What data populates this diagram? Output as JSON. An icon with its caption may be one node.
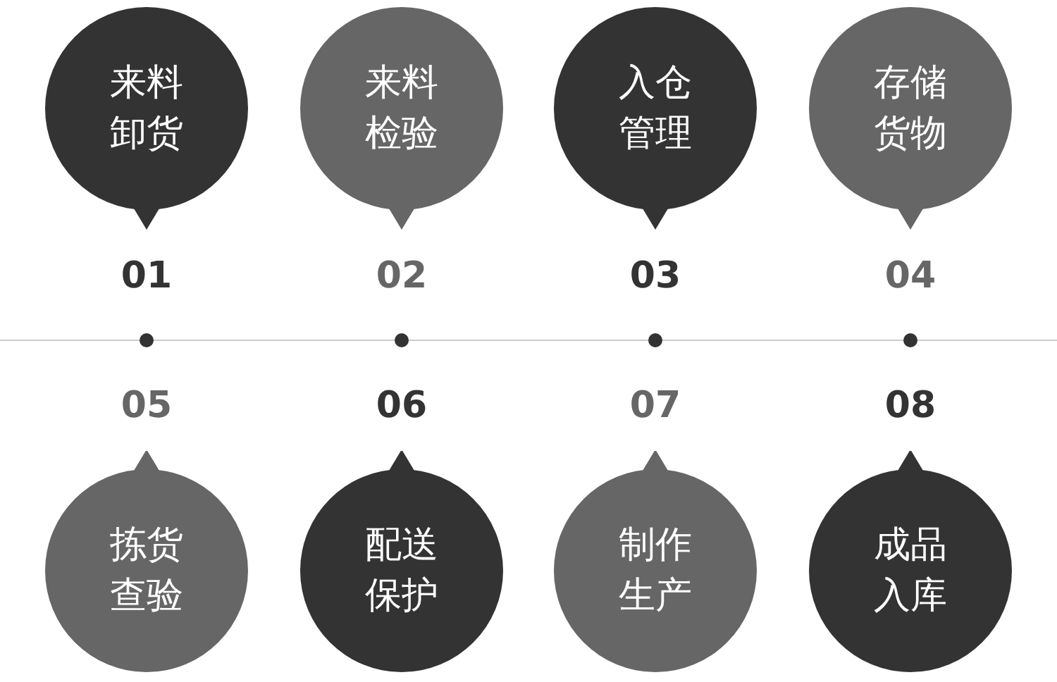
{
  "diagram": {
    "nodes": [
      {
        "text": [
          "来料卸货"
        ],
        "beside": [
          "01"
        ]
      },
      {
        "text": [
          "来料检验"
        ],
        "beside": [
          "02"
        ]
      },
      {
        "text": [
          "入仓管理"
        ],
        "beside": [
          "03"
        ]
      },
      {
        "text": [
          "存储货物"
        ],
        "beside": [
          "04"
        ]
      },
      {
        "text": [
          "拣货查验"
        ],
        "beside": [
          "05"
        ]
      },
      {
        "text": [
          "配送保护"
        ],
        "beside": [
          "06"
        ]
      },
      {
        "text": [
          "制作生产"
        ],
        "beside": [
          "07"
        ]
      },
      {
        "text": [
          "成品入库"
        ],
        "beside": [
          "08"
        ]
      }
    ],
    "edges": []
  }
}
